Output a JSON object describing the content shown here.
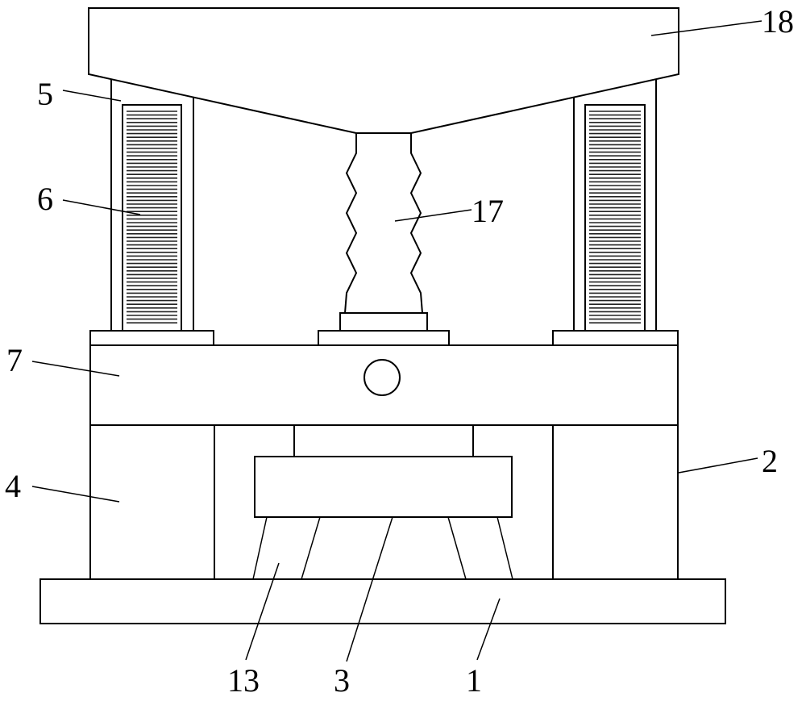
{
  "diagram": {
    "labels": {
      "l1": "1",
      "l2": "2",
      "l3": "3",
      "l4": "4",
      "l5": "5",
      "l6": "6",
      "l7": "7",
      "l13": "13",
      "l17": "17",
      "l18": "18"
    },
    "colors": {
      "stroke": "#000000",
      "fill": "#ffffff",
      "grille_line": "#222222"
    }
  }
}
